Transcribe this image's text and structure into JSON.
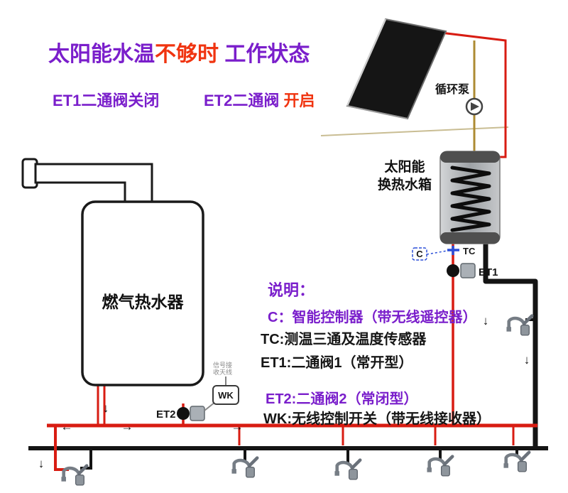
{
  "colors": {
    "accent_purple": "#7a1ecb",
    "accent_red": "#f03410",
    "pipe_hot_red": "#d81c12",
    "pipe_cold_black": "#141414",
    "pipe_solar_olive": "#ad8b33",
    "tank_gray": "#a9adb2",
    "faucet_gray": "#8e959c",
    "controller_blue": "#2b4fd8"
  },
  "glyphs": {
    "arrow_left": "←",
    "arrow_right": "→",
    "arrow_down": "↓"
  },
  "title": {
    "p1": "太阳能水温",
    "p2": "不够时",
    "p3": " 工作状态"
  },
  "status": {
    "et1": "ET1二通阀关闭",
    "et2_name": "ET2二通阀 ",
    "et2_state": "开启"
  },
  "components": {
    "pump": "循环泵",
    "tank_l1": "太阳能",
    "tank_l2": "换热水箱",
    "heater": "燃气热水器",
    "wk": "WK",
    "antenna_l1": "信号接",
    "antenna_l2": "收天线",
    "c": "C",
    "tc": "TC",
    "et1": "ET1",
    "et2": "ET2"
  },
  "legend": {
    "heading": "说明：",
    "c": "C：智能控制器（带无线遥控器）",
    "tc": "TC:测温三通及温度传感器",
    "et1": "ET1:二通阀1（常开型）",
    "et2": "ET2:二通阀2（常闭型）",
    "wk": "WK:无线控制开关（带无线接收器）"
  }
}
